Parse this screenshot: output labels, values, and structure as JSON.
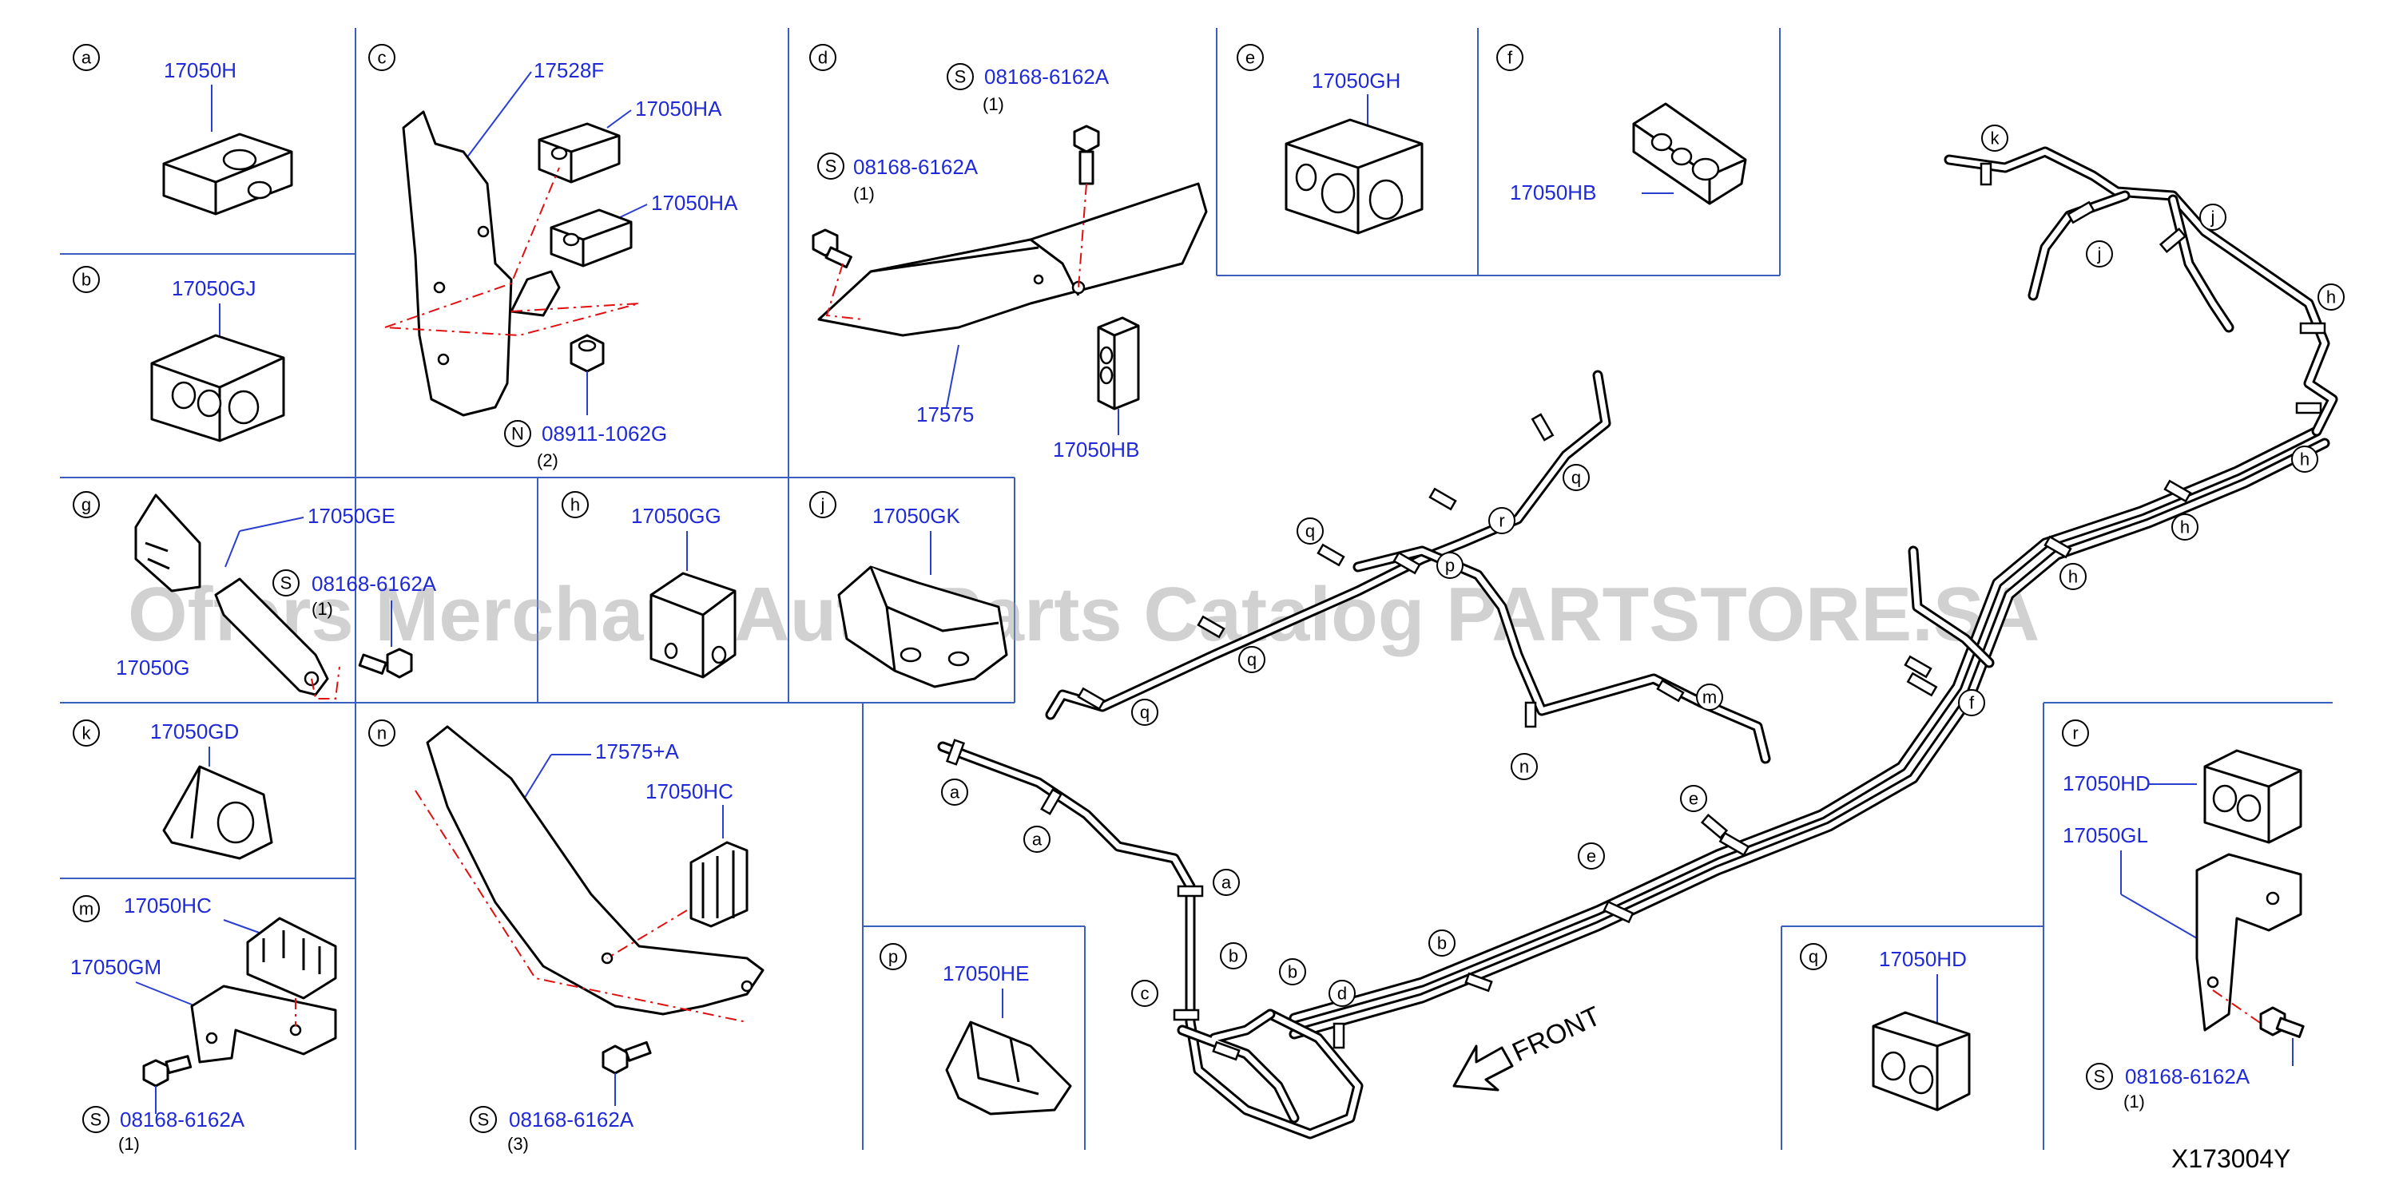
{
  "panels": {
    "a": {
      "letter": "a",
      "part": "17050H"
    },
    "b": {
      "letter": "b",
      "part": "17050GJ"
    },
    "c": {
      "letter": "c",
      "parts": [
        "17528F",
        "17050HA",
        "17050HA"
      ],
      "nut_prefix": "N",
      "nut": "08911-1062G",
      "nut_qty": "(2)"
    },
    "d": {
      "letter": "d",
      "bolt_prefix": "S",
      "bolts": [
        "08168-6162A",
        "08168-6162A"
      ],
      "bolt_qty": [
        "(1)",
        "(1)"
      ],
      "parts": [
        "17575",
        "17050HB"
      ]
    },
    "e": {
      "letter": "e",
      "part": "17050GH"
    },
    "f": {
      "letter": "f",
      "part": "17050HB"
    },
    "g": {
      "letter": "g",
      "parts": [
        "17050GE",
        "17050G"
      ],
      "bolt_prefix": "S",
      "bolt": "08168-6162A",
      "bolt_qty": "(1)"
    },
    "h": {
      "letter": "h",
      "part": "17050GG"
    },
    "j": {
      "letter": "j",
      "part": "17050GK"
    },
    "k": {
      "letter": "k",
      "part": "17050GD"
    },
    "m": {
      "letter": "m",
      "parts": [
        "17050HC",
        "17050GM"
      ],
      "bolt_prefix": "S",
      "bolt": "08168-6162A",
      "bolt_qty": "(1)"
    },
    "n": {
      "letter": "n",
      "parts": [
        "17575+A",
        "17050HC"
      ],
      "bolt_prefix": "S",
      "bolt": "08168-6162A",
      "bolt_qty": "(3)"
    },
    "p": {
      "letter": "p",
      "part": "17050HE"
    },
    "q": {
      "letter": "q",
      "part": "17050HD"
    },
    "r": {
      "letter": "r",
      "parts": [
        "17050HD",
        "17050GL"
      ],
      "bolt_prefix": "S",
      "bolt": "08168-6162A",
      "bolt_qty": "(1)"
    }
  },
  "main_labels": [
    "k",
    "j",
    "j",
    "h",
    "h",
    "h",
    "h",
    "q",
    "q",
    "q",
    "q",
    "r",
    "p",
    "m",
    "n",
    "e",
    "e",
    "f",
    "a",
    "a",
    "a",
    "b",
    "b",
    "c",
    "d",
    "b"
  ],
  "front_label": "FRONT",
  "diagram_code": "X173004Y",
  "watermark": "Offers Merchant Auto Parts Catalog PARTSTORE.SA",
  "colors": {
    "part_number": "#1f2ad6",
    "leader": "#2a3fd0",
    "dash_line": "#e01010",
    "panel_border": "#3a5fc0"
  }
}
